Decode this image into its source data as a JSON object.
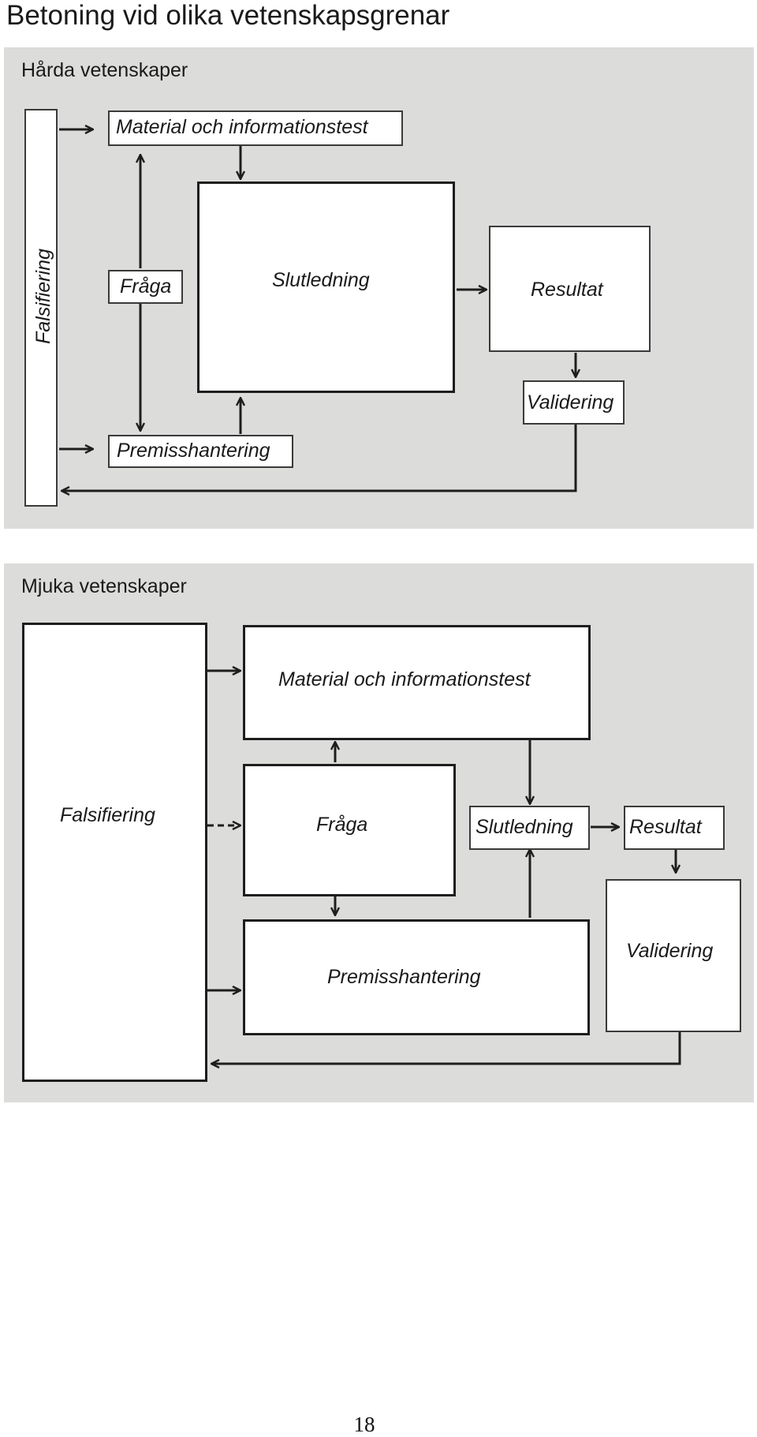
{
  "page": {
    "title": "Betoning vid olika vetenskapsgrenar",
    "page_number": "18"
  },
  "hard_sciences": {
    "heading": "Hårda vetenskaper",
    "falsification": "Falsifiering",
    "material_test": "Material och informationstest",
    "question": "Fråga",
    "conclusion": "Slutledning",
    "result": "Resultat",
    "validation": "Validering",
    "premise_handling": "Premisshantering"
  },
  "soft_sciences": {
    "heading": "Mjuka vetenskaper",
    "falsification": "Falsifiering",
    "material_test": "Material och informationstest",
    "question": "Fråga",
    "conclusion": "Slutledning",
    "result": "Resultat",
    "validation": "Validering",
    "premise_handling": "Premisshantering"
  },
  "colors": {
    "panel_background": "#dcdcdb",
    "box_fill": "#ffffff",
    "line": "#1e1e1e"
  }
}
